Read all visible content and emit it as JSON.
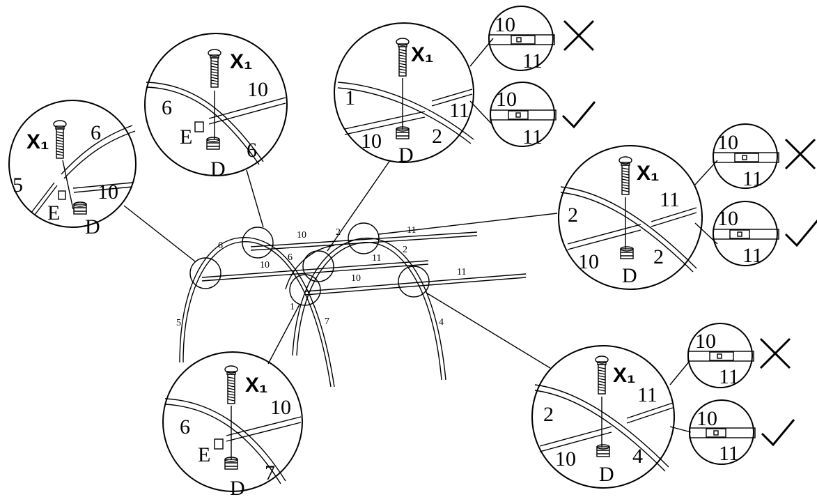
{
  "main_labels": {
    "arch_left_top": "6",
    "arch_left_side": "5",
    "arch_left_right": "7",
    "arch_right_leg": "4",
    "arch_front_label": "1",
    "arch_middle_top": "2",
    "arch_middle_second": "2",
    "pole_upper_10": "10",
    "pole_upper_11": "11",
    "pole_middle_6": "6",
    "pole_middle_10": "10",
    "pole_middle_11": "11",
    "pole_lower_10": "10",
    "pole_lower_11": "11"
  },
  "callouts": {
    "left": {
      "screw": "X₁",
      "part_a": "6",
      "part_b": "5",
      "part_c": "10",
      "part_e": "E",
      "part_d": "D"
    },
    "top_left": {
      "screw": "X₁",
      "part_a": "6",
      "part_b": "10",
      "part_c": "6",
      "part_e": "E",
      "part_d": "D"
    },
    "top_center": {
      "screw": "X₁",
      "part_a": "1",
      "part_b": "11",
      "part_c": "10",
      "part_d2": "2",
      "part_d": "D"
    },
    "right_top": {
      "screw": "X₁",
      "part_a": "2",
      "part_b": "11",
      "part_c": "10",
      "part_d2": "2",
      "part_d": "D"
    },
    "bottom_left": {
      "screw": "X₁",
      "part_a": "6",
      "part_b": "10",
      "part_e": "E",
      "part_c": "7",
      "part_d": "D"
    },
    "bottom_right": {
      "screw": "X₁",
      "part_a": "2",
      "part_b": "11",
      "part_c": "10",
      "part_d2": "4",
      "part_d": "D"
    }
  },
  "insets": {
    "top_wrong": {
      "top": "10",
      "bottom": "11"
    },
    "top_right": {
      "top": "10",
      "bottom": "11"
    },
    "mid_wrong": {
      "top": "10",
      "bottom": "11"
    },
    "mid_right": {
      "top": "10",
      "bottom": "11"
    },
    "low_wrong": {
      "top": "10",
      "bottom": "11"
    },
    "low_right": {
      "top": "10",
      "bottom": "11"
    }
  }
}
